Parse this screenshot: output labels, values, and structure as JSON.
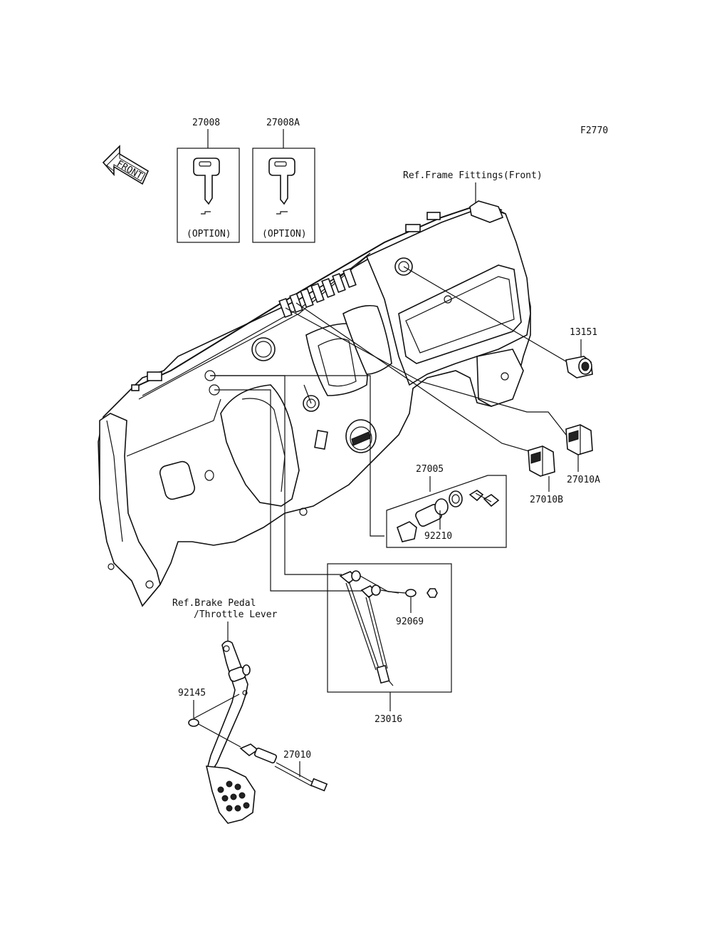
{
  "diagram_code": "F2770",
  "front_arrow_text": "FRONT",
  "refs": {
    "frame_fittings": "Ref.Frame Fittings(Front)",
    "brake_pedal_line1": "Ref.Brake Pedal",
    "brake_pedal_line2": "/Throttle Lever"
  },
  "option_text": "(OPTION)",
  "parts": {
    "p27008": "27008",
    "p27008A": "27008A",
    "p13151": "13151",
    "p27005": "27005",
    "p92210": "92210",
    "p27010A": "27010A",
    "p27010B": "27010B",
    "p92069": "92069",
    "p23016": "23016",
    "p92145": "92145",
    "p27010": "27010"
  }
}
